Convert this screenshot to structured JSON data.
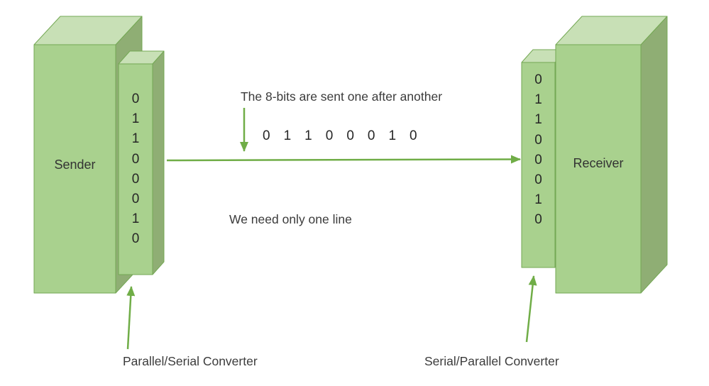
{
  "diagram": {
    "sender": {
      "label": "Sender"
    },
    "receiver": {
      "label": "Receiver"
    },
    "sender_converter": {
      "bits": [
        "0",
        "1",
        "1",
        "0",
        "0",
        "0",
        "1",
        "0"
      ],
      "label": "Parallel/Serial Converter"
    },
    "receiver_converter": {
      "bits": [
        "0",
        "1",
        "1",
        "0",
        "0",
        "0",
        "1",
        "0"
      ],
      "label": "Serial/Parallel Converter"
    },
    "transmission": {
      "caption": "The 8-bits are sent one after another",
      "bits": [
        "0",
        "1",
        "1",
        "0",
        "0",
        "0",
        "1",
        "0"
      ],
      "note": "We need only one line"
    },
    "colors": {
      "box_front": "#a9d18e",
      "box_top": "#c8e0b6",
      "box_side": "#8fae74",
      "box_outline": "#74a854",
      "arrow": "#70ad47",
      "text": "#3b3b3b"
    }
  }
}
